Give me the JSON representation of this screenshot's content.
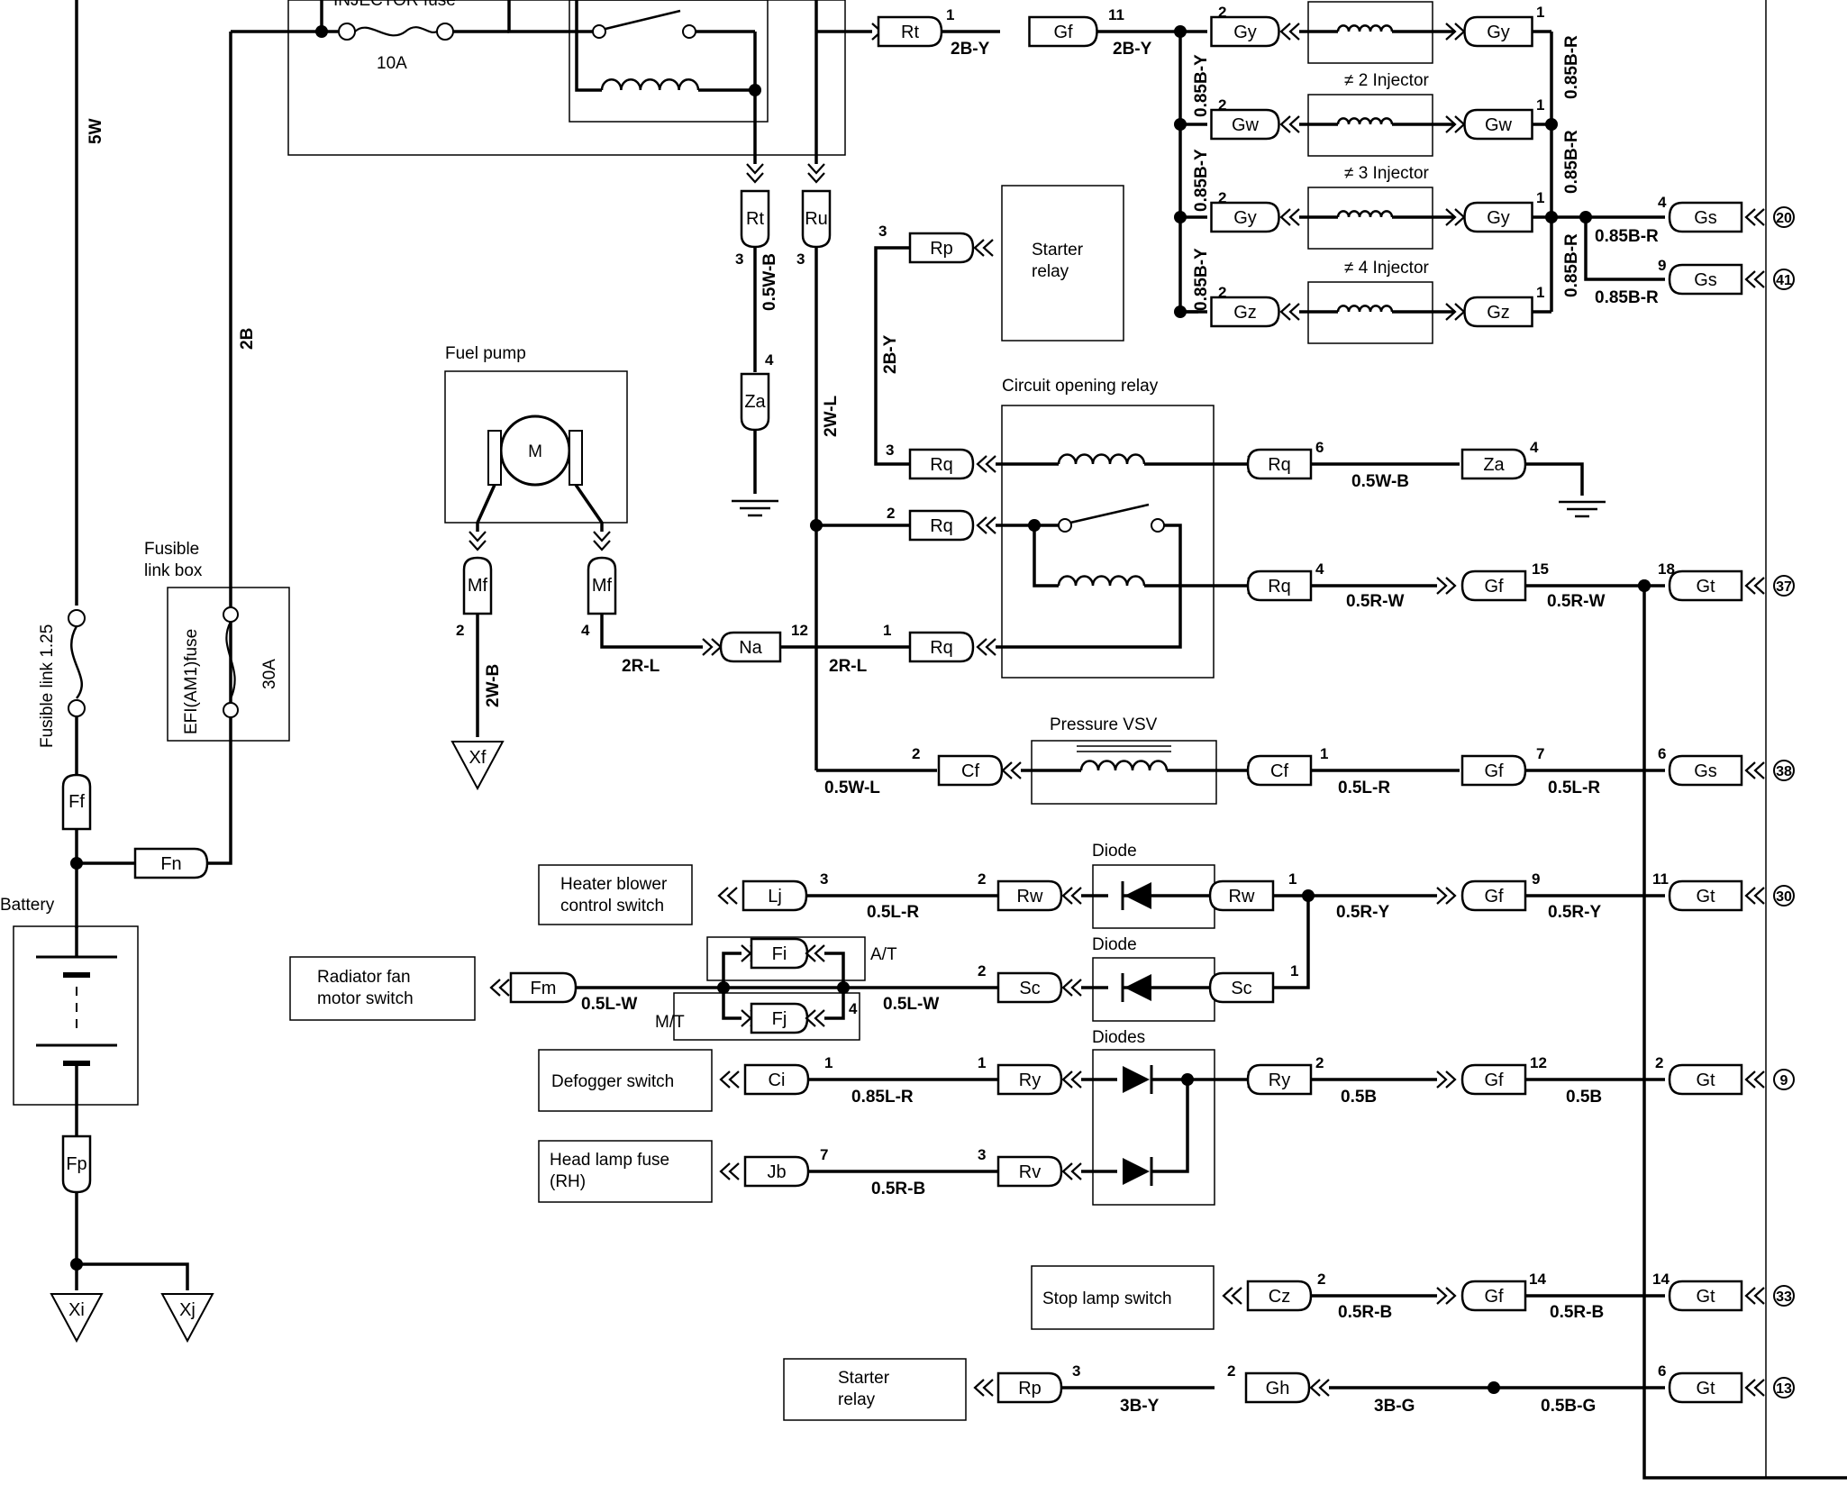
{
  "labels": {
    "injector_fuse": "INJECTOR fuse",
    "injector_fuse_rating": "10A",
    "wire_5w": "5W",
    "wire_2b": "2B",
    "fusible_link": "Fusible link 1.25",
    "fusible_link_box": "Fusible\nlink box",
    "efi_fuse": "EFI(AM1)fuse",
    "efi_rating": "30A",
    "battery": "Battery",
    "fuel_pump": "Fuel pump",
    "motor": "M",
    "starter_relay_top": "Starter\nrelay",
    "circuit_opening_relay": "Circuit opening relay",
    "pressure_vsv": "Pressure VSV",
    "injector2": "≠ 2 Injector",
    "injector3": "≠ 3 Injector",
    "injector4": "≠ 4 Injector",
    "diode1": "Diode",
    "diode2": "Diode",
    "diodes": "Diodes",
    "heater": "Heater blower\ncontrol switch",
    "radiator": "Radiator fan\nmotor switch",
    "defogger": "Defogger switch",
    "headlamp": "Head lamp fuse\n(RH)",
    "stop_lamp": "Stop lamp switch",
    "starter_relay_bottom": "Starter\nrelay",
    "at": "A/T",
    "mt": "M/T"
  },
  "connectors": {
    "Rt": "Rt",
    "Gf": "Gf",
    "Gy": "Gy",
    "Gw": "Gw",
    "Gz": "Gz",
    "Gs": "Gs",
    "Gt": "Gt",
    "Ru": "Ru",
    "Za": "Za",
    "Rp": "Rp",
    "Rq": "Rq",
    "Mf": "Mf",
    "Na": "Na",
    "Xf": "Xf",
    "Cf": "Cf",
    "Lj": "Lj",
    "Rw": "Rw",
    "Fm": "Fm",
    "Fi": "Fi",
    "Fj": "Fj",
    "Sc": "Sc",
    "Ci": "Ci",
    "Ry": "Ry",
    "Jb": "Jb",
    "Rv": "Rv",
    "Cz": "Cz",
    "Gh": "Gh",
    "Ff": "Ff",
    "Fn": "Fn",
    "Fp": "Fp",
    "Xi": "Xi",
    "Xj": "Xj"
  },
  "wires": {
    "w2by": "2B-Y",
    "w085by": "0.85B-Y",
    "w085br": "0.85B-R",
    "w05wb": "0.5W-B",
    "w2wl": "2W-L",
    "w2rl": "2R-L",
    "w2wb": "2W-B",
    "w05rw": "0.5R-W",
    "w05wl": "0.5W-L",
    "w05lr": "0.5L-R",
    "w05ry": "0.5R-Y",
    "w05lw": "0.5L-W",
    "w085lr": "0.85L-R",
    "w05b": "0.5B",
    "w05rb": "0.5R-B",
    "w3by": "3B-Y",
    "w3bg": "3B-G",
    "w05bg": "0.5B-G"
  },
  "ecu_terminals": [
    "20",
    "41",
    "37",
    "38",
    "30",
    "9",
    "33",
    "13"
  ]
}
